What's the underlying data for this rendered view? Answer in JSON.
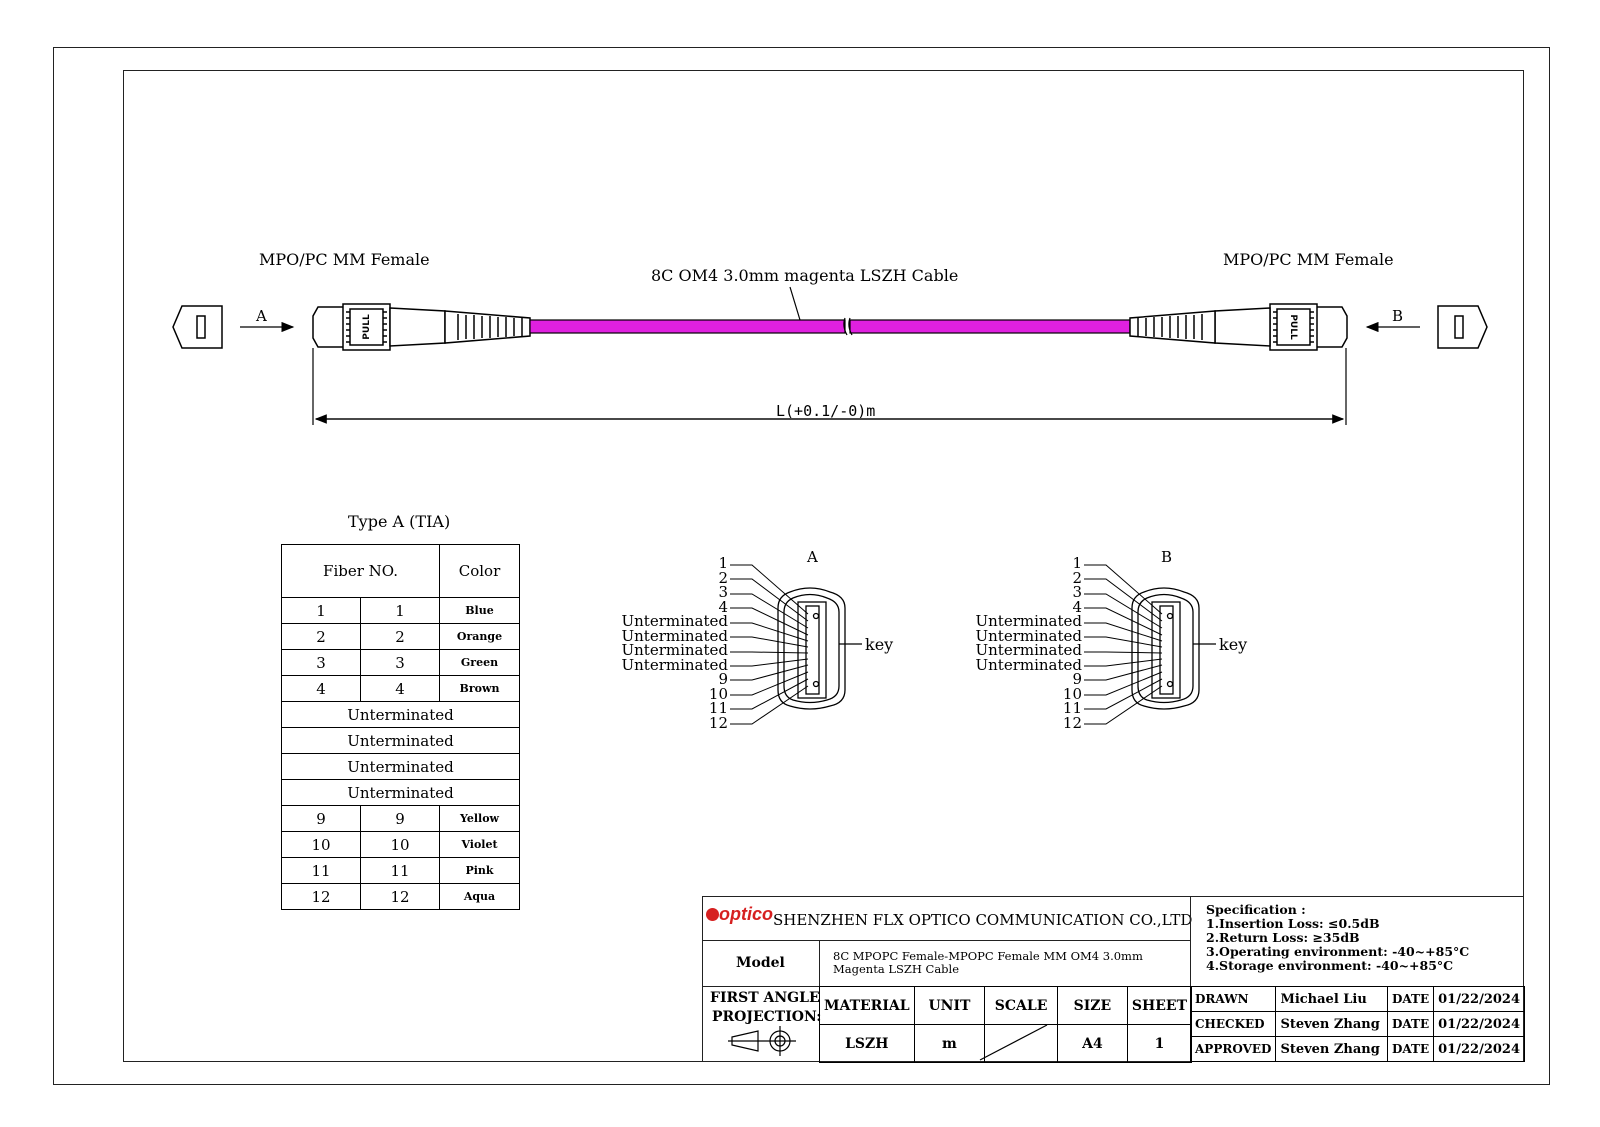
{
  "drawing": {
    "left_connector_label": "MPO/PC MM Female",
    "right_connector_label": "MPO/PC MM Female",
    "cable_label": "8C OM4 3.0mm magenta LSZH Cable",
    "end_a": "A",
    "end_b": "B",
    "pull_text": "PULL",
    "length_dim": "L(+0.1/-0)m",
    "cable_color": "#e020e0"
  },
  "fiber_table": {
    "title": "Type A (TIA)",
    "headers": {
      "fiber_no": "Fiber NO.",
      "color": "Color"
    },
    "rows": [
      {
        "a": "1",
        "b": "1",
        "color": "Blue"
      },
      {
        "a": "2",
        "b": "2",
        "color": "Orange"
      },
      {
        "a": "3",
        "b": "3",
        "color": "Green"
      },
      {
        "a": "4",
        "b": "4",
        "color": "Brown"
      },
      {
        "merged": "Unterminated"
      },
      {
        "merged": "Unterminated"
      },
      {
        "merged": "Unterminated"
      },
      {
        "merged": "Unterminated"
      },
      {
        "a": "9",
        "b": "9",
        "color": "Yellow"
      },
      {
        "a": "10",
        "b": "10",
        "color": "Violet"
      },
      {
        "a": "11",
        "b": "11",
        "color": "Pink"
      },
      {
        "a": "12",
        "b": "12",
        "color": "Aqua"
      }
    ]
  },
  "pinout": {
    "a_title": "A",
    "b_title": "B",
    "key_label": "key",
    "labels": [
      "1",
      "2",
      "3",
      "4",
      "Unterminated",
      "Unterminated",
      "Unterminated",
      "Unterminated",
      "9",
      "10",
      "11",
      "12"
    ]
  },
  "title_block": {
    "logo": "optico",
    "company": "SHENZHEN FLX OPTICO COMMUNICATION CO.,LTD",
    "model_label": "Model",
    "model_value_line1": "8C MPOPC Female-MPOPC Female MM OM4 3.0mm",
    "model_value_line2": "Magenta LSZH Cable",
    "projection_line1": "FIRST ANGLE",
    "projection_line2": "PROJECTION:",
    "headers": {
      "material": "MATERIAL",
      "unit": "UNIT",
      "scale": "SCALE",
      "size": "SIZE",
      "sheet": "SHEET"
    },
    "values": {
      "material": "LSZH",
      "unit": "m",
      "scale": "",
      "size": "A4",
      "sheet": "1"
    },
    "spec": {
      "title": "Specification :",
      "lines": [
        "1.Insertion Loss: ≤0.5dB",
        "2.Return Loss: ≥35dB",
        "3.Operating environment: -40~+85°C",
        "4.Storage environment: -40~+85°C"
      ]
    },
    "signoff": [
      {
        "role": "DRAWN",
        "name": "Michael Liu",
        "date_label": "DATE",
        "date": "01/22/2024"
      },
      {
        "role": "CHECKED",
        "name": "Steven Zhang",
        "date_label": "DATE",
        "date": "01/22/2024"
      },
      {
        "role": "APPROVED",
        "name": "Steven Zhang",
        "date_label": "DATE",
        "date": "01/22/2024"
      }
    ]
  }
}
